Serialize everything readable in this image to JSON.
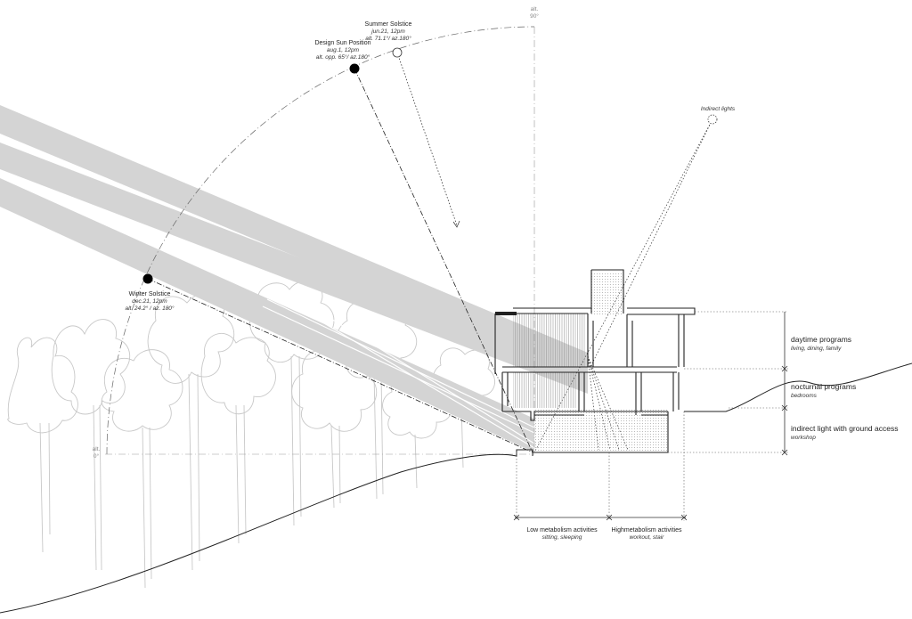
{
  "sun": {
    "summer": {
      "title": "Summer Solstice",
      "date": "jun.21, 12pm",
      "angles": "alt. 71.1°/ az.180°"
    },
    "design": {
      "title": "Design Sun Position",
      "date": "aug.1, 12pm",
      "angles": "alt. opp. 65°/ az.180°"
    },
    "winter": {
      "title": "Winter Solstice",
      "date": "dec.21, 12pm",
      "angles": "alt. 24.2° / az. 180°"
    }
  },
  "axis": {
    "alt90_a": "alt.",
    "alt90_b": "90°",
    "alt0_a": "alt.",
    "alt0_b": "0°"
  },
  "indirect_lights": "Indirect lights",
  "programs": {
    "daytime": {
      "title": "daytime programs",
      "sub": "living, dining, family"
    },
    "nocturnal": {
      "title": "nocturnal programs",
      "sub": "bedrooms"
    },
    "indirect": {
      "title": "indirect light with ground access",
      "sub": "workshop"
    }
  },
  "activities": {
    "low": {
      "title": "Low metabolism activities",
      "sub": "sitting, sleeping"
    },
    "high": {
      "title": "Highmetabolism activities",
      "sub": "workout, stair"
    }
  },
  "colors": {
    "beam": "#d4d4d4",
    "line": "#222222",
    "tree": "#c8c8c8",
    "sun": "#000000"
  }
}
